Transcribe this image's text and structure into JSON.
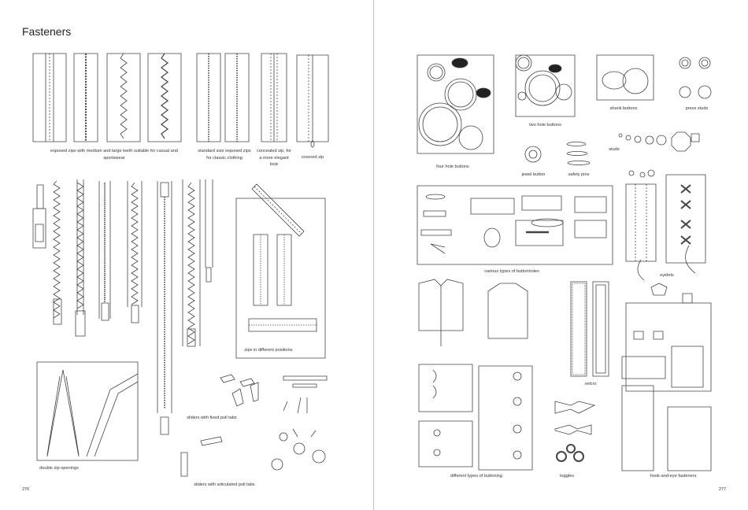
{
  "left_page": {
    "title": "Fasteners",
    "page_number": "276",
    "captions": {
      "exposed": "exposed zips with medium and large teeth suitable for casual and sportswear",
      "standard": "standard size exposed zips for classic clothing",
      "concealed": "concealed zip, for a more elegant look",
      "covered": "covered zip",
      "positions": "zips in different positions",
      "double": "double zip openings",
      "fixed": "sliders with fixed pull tabs",
      "articulated": "sliders with articulated pull tabs"
    }
  },
  "right_page": {
    "page_number": "277",
    "captions": {
      "four_hole": "four hole buttons",
      "two_hole": "two hole buttons",
      "shank": "shank buttons",
      "press": "press studs",
      "studs": "studs",
      "jewel": "jewel button",
      "safety": "safety pins",
      "buttonholes": "various types of buttonholes",
      "eyelets": "eyelets",
      "velcro": "velcro",
      "buttoning": "different types of buttoning",
      "toggles": "toggles",
      "hook_eye": "hook-and-eye fasteners"
    }
  }
}
